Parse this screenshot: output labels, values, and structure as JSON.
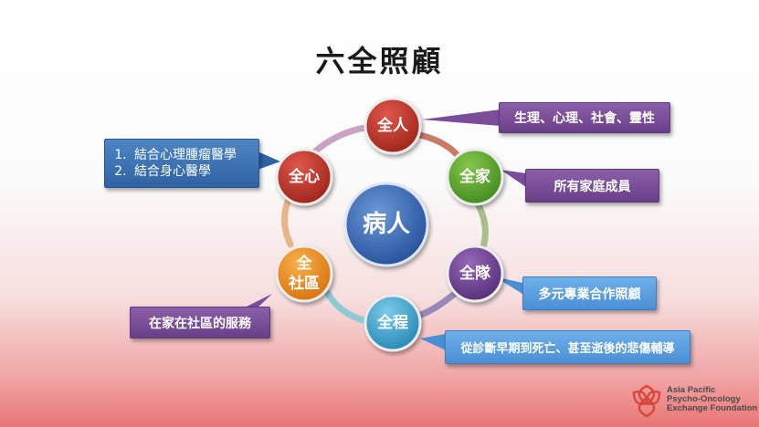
{
  "title": "六全照顧",
  "center": {
    "label": "病人"
  },
  "nodes": [
    {
      "id": "quanren",
      "label": "全人",
      "color": "#c0392b"
    },
    {
      "id": "quanjia",
      "label": "全家",
      "color": "#55a12e"
    },
    {
      "id": "quandui",
      "label": "全隊",
      "color": "#6b3d8e"
    },
    {
      "id": "quancheng",
      "label": "全程",
      "color": "#3fa2c8"
    },
    {
      "id": "quanshequ",
      "label": "全\n社區",
      "color": "#e8891c"
    },
    {
      "id": "quanxin",
      "label": "全心",
      "color": "#b8342a"
    }
  ],
  "callouts": {
    "quanren": "生理、心理、社會、靈性",
    "quanjia": "所有家庭成員",
    "quandui": "多元專業合作照顧",
    "quancheng": "從診斷早期到死亡、甚至逝後的悲傷輔導",
    "quanshequ": "在家在社區的服務",
    "quanxin": [
      "結合心理腫瘤醫學",
      "結合身心醫學"
    ]
  },
  "logo": {
    "lines": [
      "Asia Pacific",
      "Psycho-Oncology",
      "Exchange Foundation"
    ]
  },
  "colors": {
    "ring": "#c9a3c4",
    "center": "#3a68b0"
  }
}
